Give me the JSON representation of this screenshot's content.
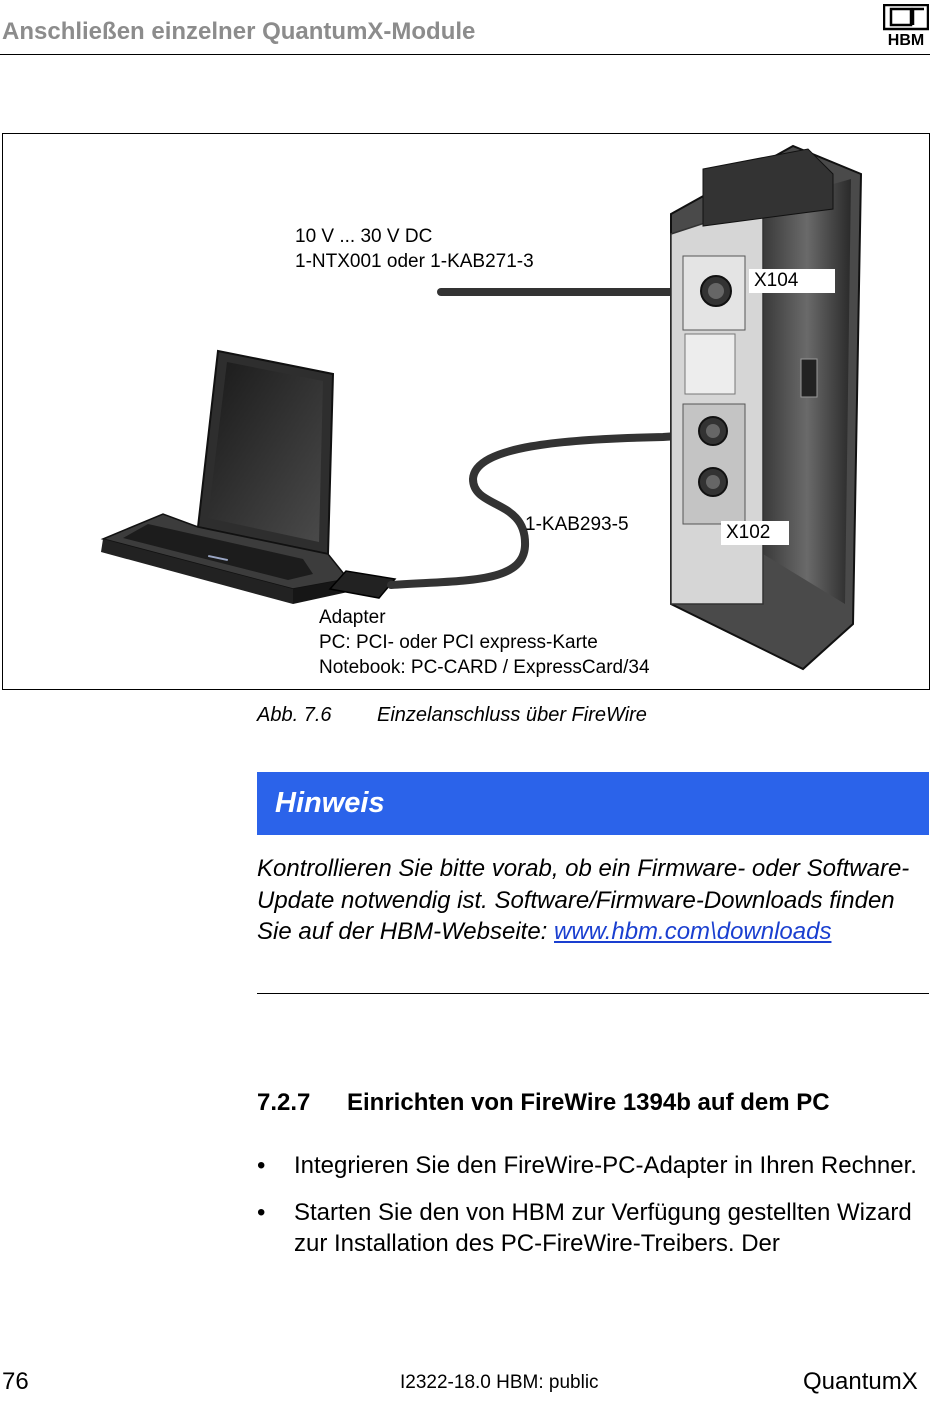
{
  "header": {
    "title": "Anschließen einzelner QuantumX-Module",
    "logo_text": "HBM"
  },
  "figure": {
    "power_label_line1": "10 V ... 30 V DC",
    "power_label_line2": "1-NTX001 oder 1-KAB271-3",
    "connector_top": "X104",
    "cable_label": "1-KAB293-5",
    "connector_bottom": "X102",
    "adapter_line1": "Adapter",
    "adapter_line2": "PC: PCI- oder PCI express-Karte",
    "adapter_line3": "Notebook: PC-CARD / ExpressCard/34"
  },
  "caption": {
    "number": "Abb. 7.6",
    "text": "Einzelanschluss über FireWire"
  },
  "note": {
    "title": "Hinweis",
    "text": "Kontrollieren Sie bitte vorab, ob ein Firmware- oder Soft­ware-Update notwendig ist. Software/Firmware-Down­loads finden Sie auf der HBM-Webseite: ",
    "link_text": "www.hbm.­com\\downloads"
  },
  "section": {
    "number": "7.2.7",
    "title": "Einrichten von FireWire 1394b auf dem PC"
  },
  "bullets": [
    "Integrieren Sie den FireWire-PC-Adapter in Ihren Rechner.",
    "Starten Sie den von HBM zur Verfügung gestellten Wizard zur Installation des PC-FireWire-Treibers. Der"
  ],
  "bullet_symbol": "•",
  "footer": {
    "page": "76",
    "doc": "I2322-18.0  HBM: public",
    "product": "QuantumX"
  }
}
